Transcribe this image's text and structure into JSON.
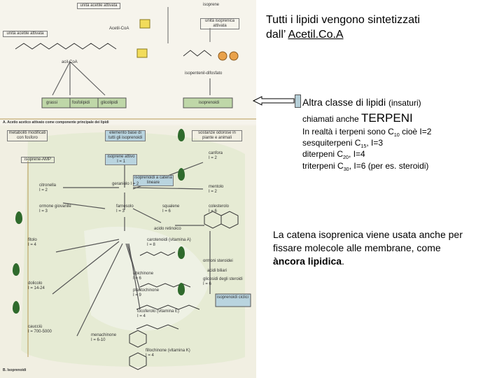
{
  "title": {
    "line1": "Tutti i lipidi vengono sintetizzati",
    "line2_prefix": "dall’ ",
    "line2_link": "Acetil.Co.A"
  },
  "terpeni": {
    "heading": "Altra classe di lipidi",
    "heading_suffix": "(insaturi)",
    "line2_small": "chiamati anche ",
    "line2_big": "TERPENI",
    "line3_pre": "In realtà i terpeni sono C",
    "line3_sub": "10",
    "line3_post": " cioè I=2",
    "line4_pre": "sesquiterpeni C",
    "line4_sub": "15",
    "line4_post": ", I=3",
    "line5_pre": "diterpeni C",
    "line5_sub": "20",
    "line5_post": ", I=4",
    "line6_pre": "triterpeni C",
    "line6_sub": "30",
    "line6_post": ", I=6 (per es. steroidi)"
  },
  "note": {
    "line1": "La catena isoprenica viene usata anche per",
    "line2": "fissare molecole alle membrane, come",
    "line3_bold": "àncora lipidica",
    "line3_end": "."
  },
  "figure": {
    "top": {
      "unita_acetile": "unità acetile attivata",
      "unita_acetile_2": "unità acetile attivata",
      "acetil_coa": "Acetil-CoA",
      "acil_coa": "acil-CoA",
      "isoprene": "isoprene",
      "unita_isoprenica": "unità isoprenica attivata",
      "isopentenil": "isopentenil-difosfato",
      "grassi": "grassi",
      "fosfolipidi": "fosfolipidi",
      "glicolipidi": "glicolipidi",
      "isoprenoidi": "isoprenoidi",
      "caption_a": "A. Acetio acetico attivato come componente principale dei lipidi"
    },
    "bottom": {
      "metaboliti": "metaboliti modificati con fosforo",
      "elemento_base": "elemento base di tutti gli isoprenoidi",
      "isoprene_attivo": "isoprene attivo",
      "isoprene_attivo_i": "I = 1",
      "isoprene_amp": "isoprene-AMP",
      "isoprenoidi_colore": "isoprenoidi a catena lineare",
      "sostanze": "sostanze odorose in piante e animali",
      "citronella": "citronella",
      "citronella_i": "I = 2",
      "geraniolo": "geraniolo I = 2",
      "canfora": "canfora",
      "canfora_i": "I = 2",
      "mentolo": "mentolo",
      "mentolo_i": "I = 2",
      "ormone": "ormone giovanile",
      "ormone_i": "I = 3",
      "farnesolo": "farnesolo",
      "farnesolo_i": "I = 3",
      "squalene": "squalene",
      "squalene_i": "I = 6",
      "colesterolo": "colesterolo",
      "colesterolo_i": "I = 6",
      "acido_retinoico": "acido retinoico",
      "fitolo": "fitolo",
      "fitolo_i": "I = 4",
      "carotenoidi": "carotenoidi (vitamina A)",
      "carotenoidi_i": "I = 8",
      "ormoni_steroidi": "ormoni steroidei",
      "acidi_biliari": "acidi biliari",
      "glicosidi": "glicosidi degli steroidi",
      "glicosidi_i": "I = 6",
      "dolicolo": "dolicolo",
      "dolicolo_i": "I = 14-24",
      "ubichinone": "ubichinone",
      "ubichinone_i": "I = 6",
      "plastochinone": "plastochinone",
      "plastochinone_i": "I = 9",
      "tocoferolo": "tocoferolo (vitamina E)",
      "tocoferolo_i": "I = 4",
      "isoprenoidi_ciclici": "isoprenoidi ciclici",
      "caucciu": "caucciù",
      "caucciu_i": "I = 700-5000",
      "menachinone": "menachinone",
      "menachinone_i": "I = 6-10",
      "fillochinone": "fillochinone (vitamina K)",
      "fillochinone_i": "I = 4",
      "caption_b": "B. Isoprenoidi"
    }
  },
  "colors": {
    "arrow_fill": "#b6cfd8",
    "leaf": "#2f6a2c",
    "box_yellow": "#f2dc5a",
    "box_green": "#bfd7a8",
    "box_blue": "#b9d4df"
  }
}
